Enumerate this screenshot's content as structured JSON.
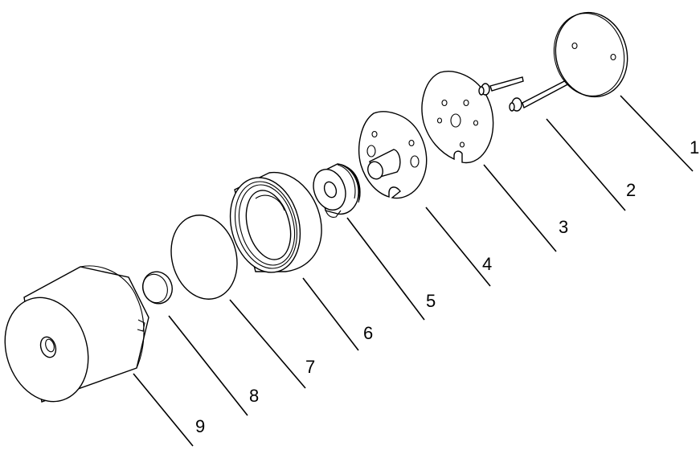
{
  "diagram": {
    "parts": [
      {
        "id": "1",
        "label": "1"
      },
      {
        "id": "2",
        "label": "2"
      },
      {
        "id": "3",
        "label": "3"
      },
      {
        "id": "4",
        "label": "4"
      },
      {
        "id": "5",
        "label": "5"
      },
      {
        "id": "6",
        "label": "6"
      },
      {
        "id": "7",
        "label": "7"
      },
      {
        "id": "8",
        "label": "8"
      },
      {
        "id": "9",
        "label": "9"
      }
    ]
  }
}
